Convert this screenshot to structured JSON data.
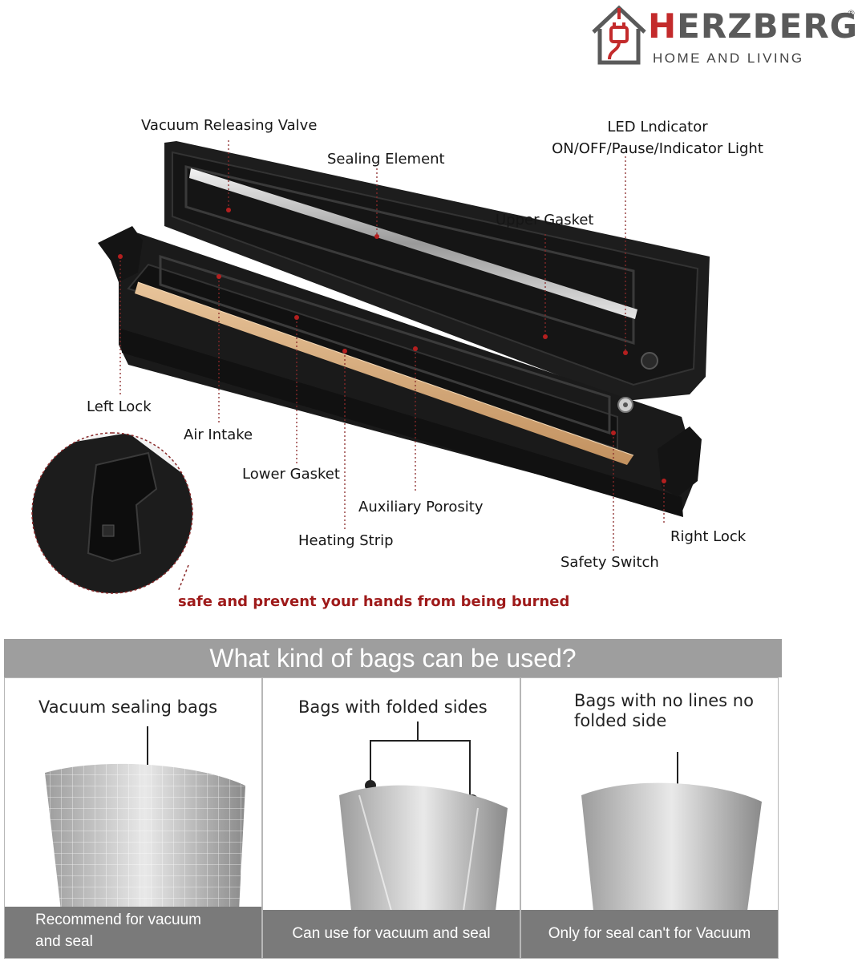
{
  "brand": {
    "name": "HERZBERG",
    "name_first_letter": "H",
    "name_rest": "ERZBERG",
    "subtitle": "HOME AND LIVING",
    "registered_mark": "®",
    "colors": {
      "red": "#c32a2b",
      "gray": "#5a5a5a"
    }
  },
  "product_labels": {
    "vacuum_releasing_valve": "Vacuum Releasing Valve",
    "sealing_element": "Sealing Element",
    "led_indicator_line1": "LED Lndicator",
    "led_indicator_line2": "ON/OFF/Pause/Indicator Light",
    "upper_gasket": "Upper Gasket",
    "left_lock": "Left Lock",
    "air_intake": "Air Intake",
    "lower_gasket": "Lower Gasket",
    "auxiliary_porosity": "Auxiliary Porosity",
    "heating_strip": "Heating Strip",
    "right_lock": "Right Lock",
    "safety_switch": "Safety Switch"
  },
  "warning": "safe and prevent your hands from being burned",
  "bags": {
    "title": "What kind of bags can be used?",
    "panels": [
      {
        "title": "Vacuum sealing bags",
        "footer_line1": "Recommend for vacuum",
        "footer_line2": "and seal"
      },
      {
        "title": "Bags with folded sides",
        "footer_line1": "Can use for vacuum and seal",
        "footer_line2": ""
      },
      {
        "title_line1": "Bags with no lines no",
        "title_line2": "folded side",
        "footer_line1": "Only for seal can't for Vacuum",
        "footer_line2": ""
      }
    ]
  },
  "colors": {
    "accent_red": "#9e1a1a",
    "banner_gray": "#9e9e9e",
    "footer_gray": "#7a7a7a",
    "device": "#1a1a1a"
  }
}
